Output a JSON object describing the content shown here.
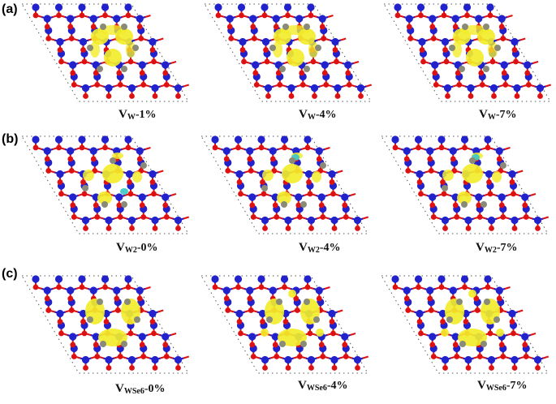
{
  "figure": {
    "colors": {
      "atom_w": "#2222cc",
      "atom_se": "#dd1111",
      "atom_defect": "#8a8a78",
      "charge_yellow": "#f2ec2a",
      "charge_cyan": "#3cc8c8",
      "cell_border": "#555555"
    },
    "rows": [
      {
        "label": "(a)",
        "panels": [
          {
            "v": "V",
            "sub": "W",
            "suffix": "-1%"
          },
          {
            "v": "V",
            "sub": "W",
            "suffix": "-4%"
          },
          {
            "v": "V",
            "sub": "W",
            "suffix": "-7%"
          }
        ]
      },
      {
        "label": "(b)",
        "panels": [
          {
            "v": "V",
            "sub": "W2",
            "suffix": "-0%"
          },
          {
            "v": "V",
            "sub": "W2",
            "suffix": "-4%"
          },
          {
            "v": "V",
            "sub": "W2",
            "suffix": "-7%"
          }
        ]
      },
      {
        "label": "(c)",
        "panels": [
          {
            "v": "V",
            "sub": "WSe6",
            "suffix": "-0%"
          },
          {
            "v": "V",
            "sub": "WSe6",
            "suffix": "-4%"
          },
          {
            "v": "V",
            "sub": "WSe6",
            "suffix": "-7%"
          }
        ]
      }
    ]
  }
}
